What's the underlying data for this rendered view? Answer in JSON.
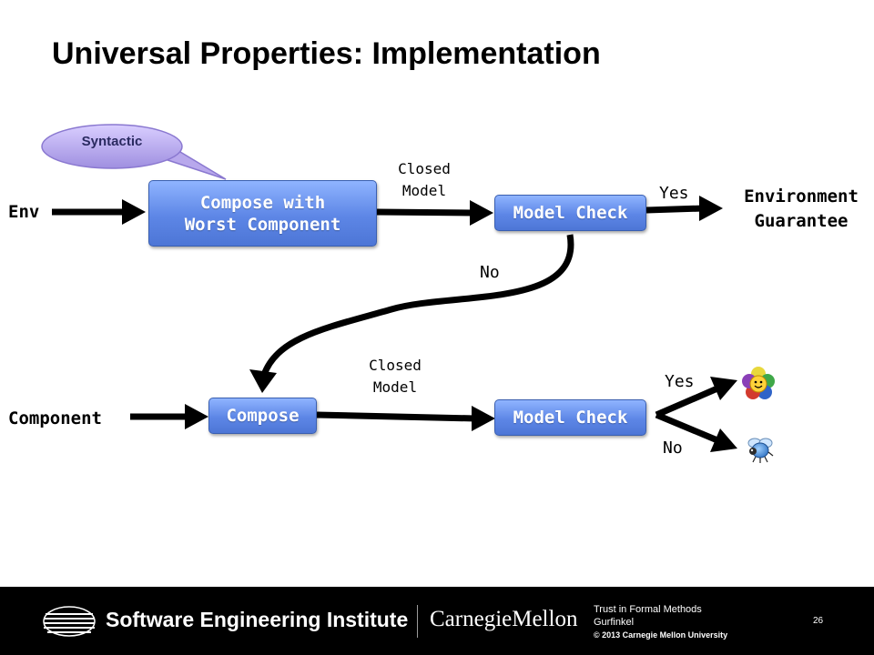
{
  "title": "Universal Properties: Implementation",
  "callout": {
    "text": "Syntactic"
  },
  "row1": {
    "input_label": "Env",
    "compose_label_line1": "Compose with",
    "compose_label_line2": "Worst Component",
    "edge_label_line1": "Closed",
    "edge_label_line2": "Model",
    "check_label": "Model Check",
    "yes_label": "Yes",
    "result_line1": "Environment",
    "result_line2": "Guarantee",
    "no_label": "No"
  },
  "row2": {
    "input_label": "Component",
    "compose_label": "Compose",
    "edge_label_line1": "Closed",
    "edge_label_line2": "Model",
    "check_label": "Model Check",
    "yes_label": "Yes",
    "no_label": "No"
  },
  "icons": {
    "yes_result": "smiley-flower-icon",
    "no_result": "bug-icon"
  },
  "colors": {
    "box_fill": "#5d86e6",
    "callout_fill": "#b8a8ec",
    "footer": "#000000"
  },
  "footer": {
    "org": "Software Engineering Institute",
    "university": "CarnegieMellon",
    "talk": "Trust in Formal Methods",
    "author": "Gurfinkel",
    "copyright": "© 2013 Carnegie Mellon University",
    "slide_number": "26"
  }
}
